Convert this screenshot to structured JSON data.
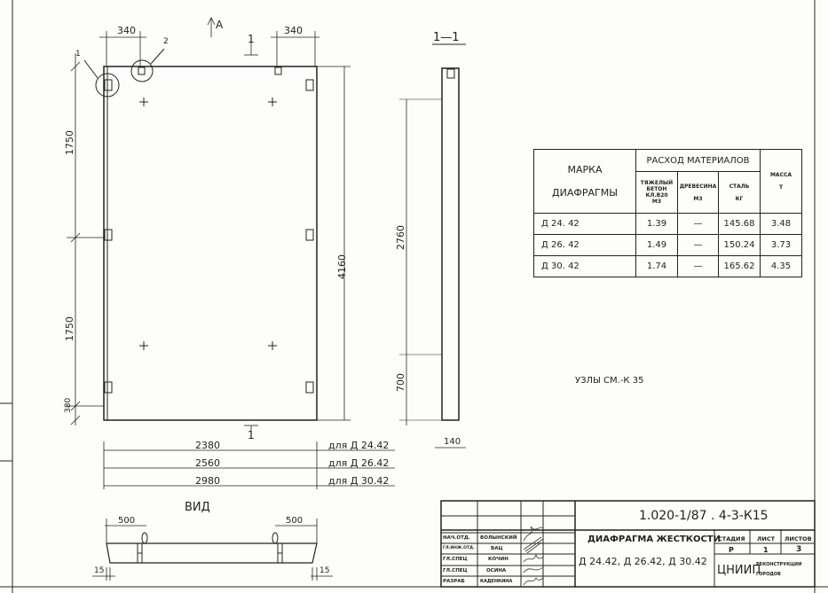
{
  "plan": {
    "section_label_top": "1",
    "section_label_bottom": "1",
    "view_arrow": "A",
    "callouts": [
      "1",
      "2"
    ],
    "dim_top_left": "340",
    "dim_top_right": "340",
    "dim_height": "4160",
    "dim_left": [
      "1750",
      "1750",
      "380"
    ]
  },
  "section": {
    "title": "1—1",
    "dim_upper": "2760",
    "dim_lower": "700",
    "dim_width": "140"
  },
  "lengths": [
    {
      "value": "2380",
      "note": "для  Д 24.42"
    },
    {
      "value": "2560",
      "note": "для  Д 26.42"
    },
    {
      "value": "2980",
      "note": "для  Д 30.42"
    }
  ],
  "view": {
    "title": "ВИД",
    "dim_left": "500",
    "dim_right": "500",
    "offset_left": "15",
    "offset_right": "15"
  },
  "nodes_note": "УЗЛЫ СМ.-К 35",
  "materials_table": {
    "col_mark": [
      "МАРКА",
      "ДИАФРАГМЫ"
    ],
    "group_header": "РАСХОД МАТЕРИАЛОВ",
    "col_concrete": [
      "ТЯЖЕЛЫЙ",
      "БЕТОН",
      "КЛ.В20",
      "М3"
    ],
    "col_wood": [
      "ДРЕВЕСИНА",
      "М3"
    ],
    "col_steel": [
      "СТАЛЬ",
      "КГ"
    ],
    "col_mass": [
      "МАССА",
      "Т"
    ],
    "rows": [
      {
        "mark": "Д 24. 42",
        "concrete": "1.39",
        "wood": "—",
        "steel": "145.68",
        "mass": "3.48"
      },
      {
        "mark": "Д 26. 42",
        "concrete": "1.49",
        "wood": "—",
        "steel": "150.24",
        "mass": "3.73"
      },
      {
        "mark": "Д 30. 42",
        "concrete": "1.74",
        "wood": "—",
        "steel": "165.62",
        "mass": "4.35"
      }
    ]
  },
  "title_block": {
    "code": "1.020-1/87 . 4-3-К15",
    "name": "ДИАФРАГМА ЖЕСТКОСТИ",
    "marks": "Д 24.42, Д 26.42, Д 30.42",
    "stage_label": "СТАДИЯ",
    "sheet_label": "ЛИСТ",
    "sheets_label": "ЛИСТОВ",
    "stage": "Р",
    "sheet": "1",
    "sheets": "3",
    "org": "ЦНИИП",
    "org_sub": [
      "РЕКОНСТРУКЦИИ",
      "ГОРОДОВ"
    ],
    "staff": [
      {
        "role": "НАЧ.ОТД.",
        "name": "ВОЛЫНСКИЙ"
      },
      {
        "role": "ГЛ.ИНЖ.ОТД.",
        "name": "ВАЦ"
      },
      {
        "role": "ГЛ.СПЕЦ",
        "name": "КОЧИН"
      },
      {
        "role": "ГЛ.СПЕЦ",
        "name": "ОСИНА"
      },
      {
        "role": "РАЗРАБ",
        "name": "КАДЕНКИНА"
      }
    ]
  }
}
